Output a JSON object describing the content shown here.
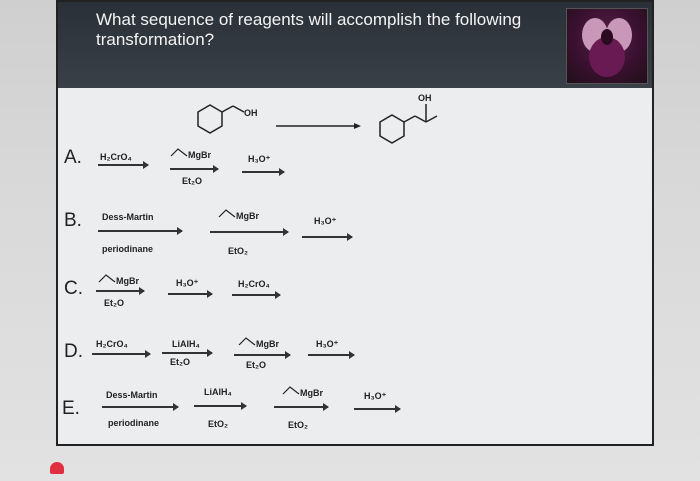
{
  "question": {
    "line1": "What sequence of reagents will accomplish the following",
    "line2": "transformation?"
  },
  "scheme": {
    "start_label": "OH",
    "product_label": "OH"
  },
  "options": {
    "A": {
      "letter": "A.",
      "r1": "H₂CrO₄",
      "r2_top": "MgBr",
      "r2_bottom": "Et₂O",
      "r3": "H₃O⁺"
    },
    "B": {
      "letter": "B.",
      "r1_top": "Dess-Martin",
      "r1_bottom": "periodinane",
      "r2_top": "MgBr",
      "r2_bottom": "EtO₂",
      "r3": "H₃O⁺"
    },
    "C": {
      "letter": "C.",
      "r1_top": "MgBr",
      "r1_bottom": "Et₂O",
      "r2": "H₃O⁺",
      "r3": "H₂CrO₄"
    },
    "D": {
      "letter": "D.",
      "r1": "H₂CrO₄",
      "r2_top": "LiAlH₄",
      "r2_bottom": "Et₂O",
      "r3_top": "MgBr",
      "r3_bottom": "Et₂O",
      "r4": "H₃O⁺"
    },
    "E": {
      "letter": "E.",
      "r1_top": "Dess-Martin",
      "r1_bottom": "periodinane",
      "r2_top": "LiAlH₄",
      "r2_bottom": "EtO₂",
      "r3_top": "MgBr",
      "r3_bottom": "EtO₂",
      "r4": "H₃O⁺"
    }
  }
}
